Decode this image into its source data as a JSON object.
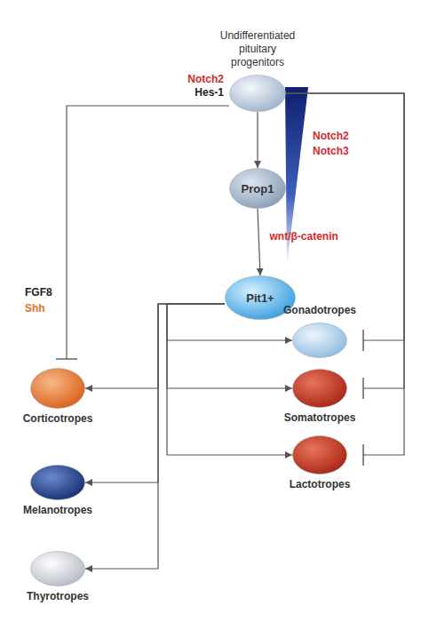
{
  "diagram": {
    "nodes": [
      {
        "text": [
          "Undifferentiated pituitary progenitors"
        ]
      },
      {
        "text": [
          "Prop1"
        ]
      },
      {
        "text": [
          "Pit1+"
        ]
      },
      {
        "text": [
          "Gonadotropes"
        ]
      },
      {
        "text": [
          "Corticotropes"
        ]
      },
      {
        "text": [
          "Somatotropes"
        ]
      },
      {
        "text": [
          "Lactotropes"
        ]
      },
      {
        "text": [
          "Melanotropes"
        ]
      },
      {
        "text": [
          "Thyrotropes"
        ]
      }
    ],
    "edges": [
      {
        "from": 0,
        "to": 1,
        "arrow": "to"
      },
      {
        "from": 1,
        "to": 2,
        "label": "wnt/β-catenin",
        "arrow": "to"
      },
      {
        "from": 0,
        "to": 4,
        "arrow": "to"
      },
      {
        "from": 0,
        "to": 3,
        "arrow": "to"
      },
      {
        "from": 0,
        "to": 5,
        "arrow": "to"
      },
      {
        "from": 0,
        "to": 6,
        "arrow": "to"
      },
      {
        "from": 2,
        "to": 3,
        "arrow": "to"
      },
      {
        "from": 2,
        "to": 4,
        "arrow": "to"
      },
      {
        "from": 2,
        "to": 5,
        "arrow": "to"
      },
      {
        "from": 2,
        "to": 6,
        "arrow": "to"
      },
      {
        "from": 2,
        "to": 7,
        "arrow": "to"
      },
      {
        "from": 2,
        "to": 8,
        "arrow": "to"
      }
    ],
    "labels": [
      "Notch2",
      "Hes-1",
      "Notch2",
      "Notch3",
      "FGF8",
      "Shh"
    ]
  }
}
